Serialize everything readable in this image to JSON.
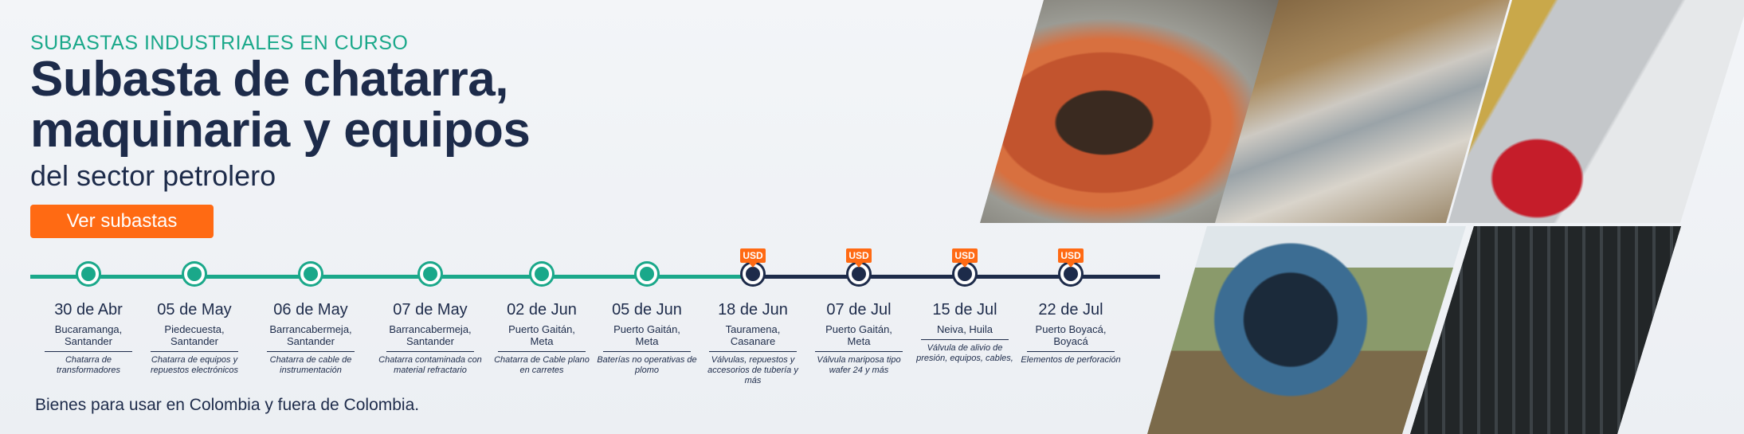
{
  "hero": {
    "eyebrow": "SUBASTAS INDUSTRIALES EN CURSO",
    "headline_line1": "Subasta de chatarra,",
    "headline_line2": "maquinaria y equipos",
    "subhead": "del sector petrolero",
    "cta_label": "Ver subastas"
  },
  "timeline": {
    "events": [
      {
        "date": "30 de Abr",
        "location": "Bucaramanga, Santander",
        "description": "Chatarra de transformadores",
        "usd": false
      },
      {
        "date": "05 de May",
        "location": "Piedecuesta, Santander",
        "description": "Chatarra de equipos y repuestos electrónicos",
        "usd": false
      },
      {
        "date": "06 de May",
        "location": "Barrancabermeja, Santander",
        "description": "Chatarra de cable de instrumentación",
        "usd": false
      },
      {
        "date": "07 de May",
        "location": "Barrancabermeja, Santander",
        "description": "Chatarra contaminada con material refractario",
        "usd": false
      },
      {
        "date": "02 de Jun",
        "location": "Puerto Gaitán, Meta",
        "description": "Chatarra de Cable plano en carretes",
        "usd": false
      },
      {
        "date": "05 de Jun",
        "location": "Puerto Gaitán, Meta",
        "description": "Baterías no operativas de plomo",
        "usd": false
      },
      {
        "date": "18 de Jun",
        "location": "Tauramena, Casanare",
        "description": "Válvulas, repuestos y accesorios de tubería y más",
        "usd": true
      },
      {
        "date": "07 de Jul",
        "location": "Puerto Gaitán, Meta",
        "description": "Válvula mariposa tipo wafer 24 y más",
        "usd": true
      },
      {
        "date": "15 de Jul",
        "location": "Neiva, Huila",
        "description": "Válvula de alivio de presión, equipos, cables,",
        "usd": true
      },
      {
        "date": "22 de Jul",
        "location": "Puerto Boyacá, Boyacá",
        "description": "Elementos de perforación",
        "usd": true
      }
    ],
    "usd_badge": "USD"
  },
  "footer_note": "Bienes para usar en Colombia y fuera de Colombia.",
  "colors": {
    "accent_green": "#1aa88a",
    "navy": "#1d2b4a",
    "cta_orange": "#ff6a13"
  }
}
